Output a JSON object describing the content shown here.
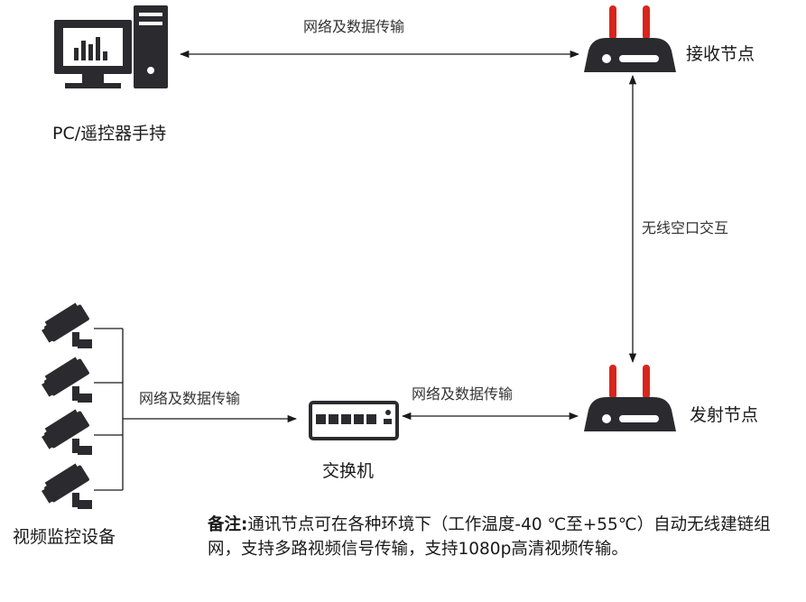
{
  "nodes": {
    "pc": {
      "label": "PC/遥控器手持",
      "icon": "pc-monitor-icon"
    },
    "receiver": {
      "label": "接收节点",
      "icon": "radio-router-icon"
    },
    "sender": {
      "label": "发射节点",
      "icon": "radio-router-icon"
    },
    "switch": {
      "label": "交换机",
      "icon": "network-switch-icon"
    },
    "cameras": {
      "label": "视频监控设备",
      "icon": "cctv-camera-icon",
      "count": 4
    }
  },
  "links": {
    "pc_receiver": "网络及数据传输",
    "receiver_sender": "无线空口交互",
    "cameras_switch": "网络及数据传输",
    "switch_sender": "网络及数据传输"
  },
  "note": {
    "title": "备注:",
    "text": "通讯节点可在各种环境下（工作温度-40 ℃至+55℃）自动无线建链组网，支持多路视频信号传输，支持1080p高清视频传输。"
  },
  "colors": {
    "icon": "#2b2b2f",
    "antenna": "#d9251c",
    "line": "#1a1a1a"
  }
}
